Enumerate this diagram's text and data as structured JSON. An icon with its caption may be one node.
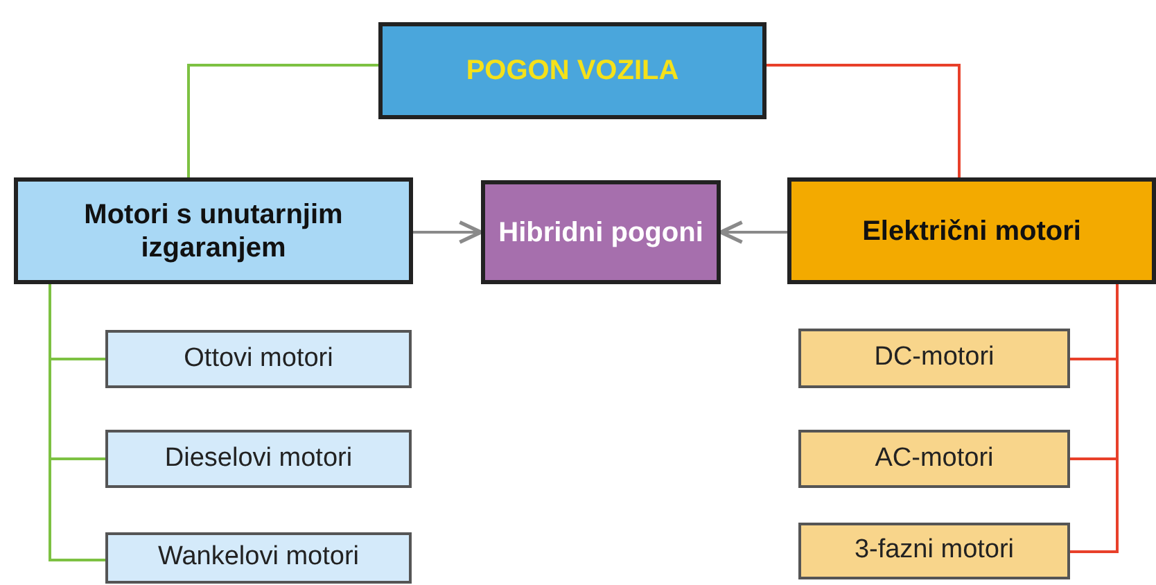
{
  "diagram": {
    "nodes": [
      {
        "text": [
          "POGON VOZILA"
        ]
      },
      {
        "text": [
          "Motori s unutarnjim izgaranjem"
        ]
      },
      {
        "text": [
          "Hibridni pogoni"
        ]
      },
      {
        "text": [
          "Električni motori"
        ]
      },
      {
        "text": [
          "Ottovi motori"
        ]
      },
      {
        "text": [
          "Dieselovi motori"
        ]
      },
      {
        "text": [
          "Wankelovi motori"
        ]
      },
      {
        "text": [
          "DC-motori"
        ]
      },
      {
        "text": [
          "AC-motori"
        ]
      },
      {
        "text": [
          "3-fazni motori"
        ]
      }
    ],
    "edges": [
      {
        "from": 0,
        "to": 1,
        "arrow": "none",
        "color": "#7dc142"
      },
      {
        "from": 0,
        "to": 3,
        "arrow": "none",
        "color": "#e8402a"
      },
      {
        "from": 1,
        "to": 2,
        "arrow": "to",
        "color": "#8a8a8a"
      },
      {
        "from": 3,
        "to": 2,
        "arrow": "to",
        "color": "#8a8a8a"
      },
      {
        "from": 1,
        "to": 4,
        "arrow": "none",
        "color": "#7dc142"
      },
      {
        "from": 1,
        "to": 5,
        "arrow": "none",
        "color": "#7dc142"
      },
      {
        "from": 1,
        "to": 6,
        "arrow": "none",
        "color": "#7dc142"
      },
      {
        "from": 3,
        "to": 7,
        "arrow": "none",
        "color": "#e8402a"
      },
      {
        "from": 3,
        "to": 8,
        "arrow": "none",
        "color": "#e8402a"
      },
      {
        "from": 3,
        "to": 9,
        "arrow": "none",
        "color": "#e8402a"
      }
    ]
  }
}
